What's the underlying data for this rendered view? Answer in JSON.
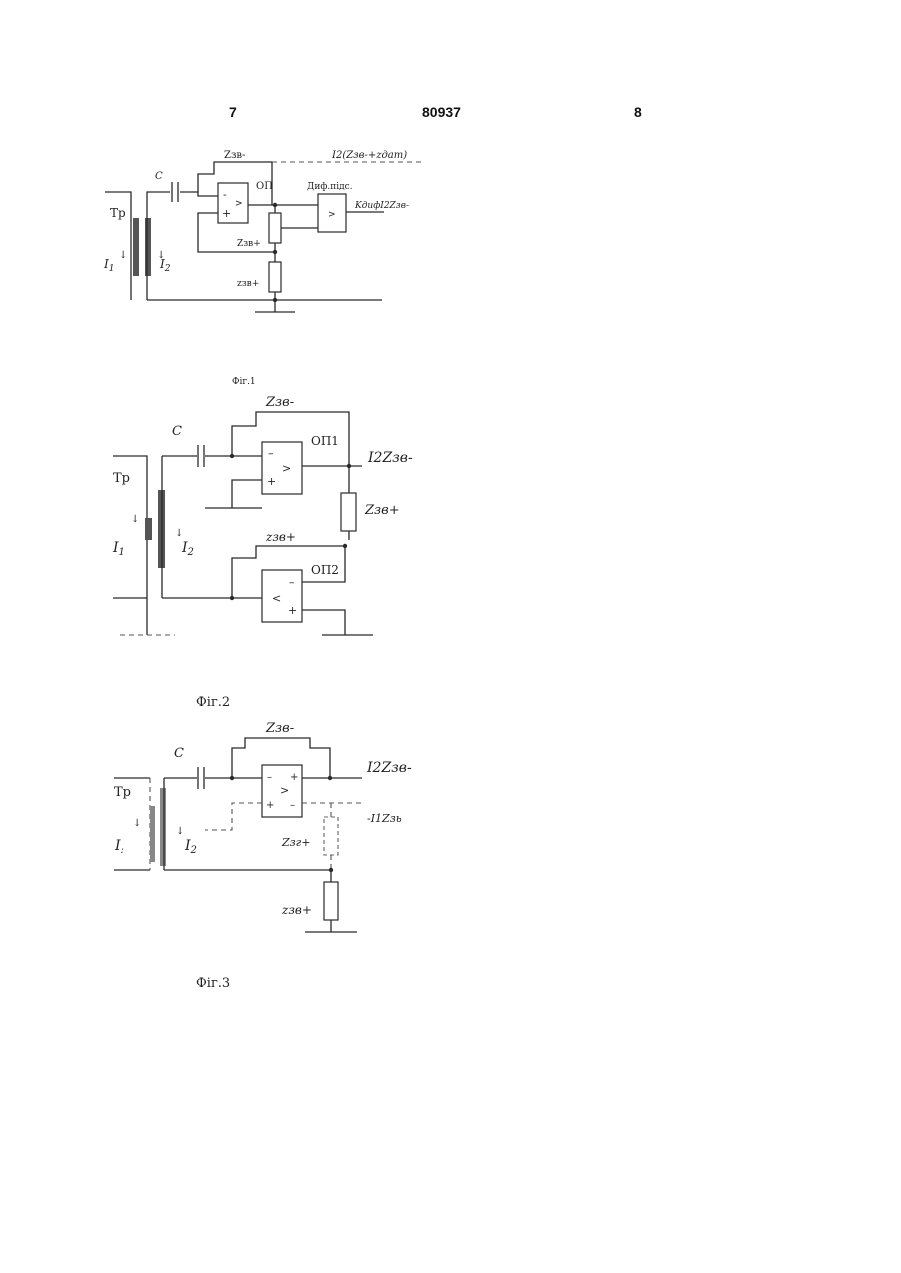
{
  "header": {
    "left_page": "7",
    "patent_number": "80937",
    "right_page": "8"
  },
  "fig1": {
    "caption": "Фіг.1",
    "transformer": "Тр",
    "capacitor": "C",
    "i1": "I",
    "i1_sub": "1",
    "i2": "I",
    "i2_sub": "2",
    "opamp": "ОП",
    "diff_amp": "Диф.підс.",
    "z_feedback": "Zзв-",
    "z_plus_1": "Zзв+",
    "z_plus_2": "zзв+",
    "output_top": "I2(Zзв-+zдат)",
    "output_right": "KдифI2Zзв-"
  },
  "fig2": {
    "caption": "Фіг.2",
    "transformer": "Тр",
    "capacitor": "C",
    "i1": "I",
    "i1_sub": "1",
    "i2": "I",
    "i2_sub": "2",
    "opamp1": "ОП1",
    "opamp2": "ОП2",
    "z_feedback": "Zзв-",
    "z_plus_series": "Zзв+",
    "z_plus_feedback": "zзв+",
    "output": "I2Zзв-"
  },
  "fig3": {
    "caption": "Фіг.3",
    "transformer": "Тр",
    "capacitor": "C",
    "i1": "I",
    "i1_sub": ":",
    "i2": "I",
    "i2_sub": "2",
    "z_feedback": "Zзв-",
    "z_dashed": "Zзг+",
    "z_plus": "zзв+",
    "output": "I2Zзв-",
    "output_dashed": "-I1Zзь"
  }
}
